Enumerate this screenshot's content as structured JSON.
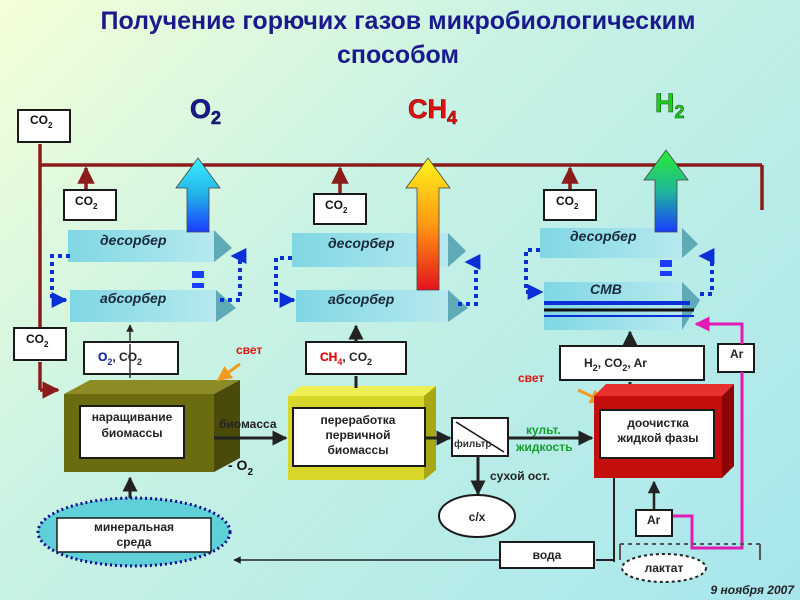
{
  "title": {
    "line1": "Получение горючих газов микробиологическим",
    "line2": "способом"
  },
  "gases": {
    "o2": "O",
    "o2_sub": "2",
    "ch4": "CH",
    "ch4_sub": "4",
    "h2": "H",
    "h2_sub": "2"
  },
  "co2": {
    "main": "CO",
    "sub": "2"
  },
  "columns": {
    "left": {
      "desorber": "десорбер",
      "absorber": "абсорбер",
      "gas_mix": {
        "g1": "O",
        "g1_sub": "2",
        "rest": ", CO",
        "rest_sub": "2"
      },
      "reactor": [
        "наращивание",
        "биомассы"
      ]
    },
    "middle": {
      "desorber": "десорбер",
      "absorber": "абсорбер",
      "gas_mix": {
        "g1": "CH",
        "g1_sub": "4",
        "rest": ", CO",
        "rest_sub": "2"
      },
      "reactor": [
        "переработка",
        "первичной",
        "биомассы"
      ]
    },
    "right": {
      "desorber": "десорбер",
      "absorber": "СМВ",
      "gas_mix": {
        "g1": "H",
        "g1_sub": "2",
        "rest": ", CO",
        "rest_sub": "2",
        "tail": ", Ar"
      },
      "reactor": [
        "доочистка",
        "жидкой фазы"
      ]
    }
  },
  "labels": {
    "light1": "свет",
    "light2": "свет",
    "biomass": "биомасса",
    "minus_o2": "- O",
    "minus_o2_sub": "2",
    "filter": "фильтр",
    "culture_liquid": [
      "культ.",
      "жидкость"
    ],
    "dry_residue": "сухой ост.",
    "sx": "с/х",
    "mineral_medium": [
      "минеральная",
      "среда"
    ],
    "water": "вода",
    "lactate": "лактат",
    "ar": "Ar",
    "date": "9 ноября 2007"
  },
  "colors": {
    "co2_line": "#8b1c1c",
    "reactor_left": "#6b6b12",
    "reactor_middle": "#d8d82a",
    "reactor_right": "#c40d0d",
    "dotted": "#0a2fd6",
    "argon_line": "#e11bb3",
    "title": "#1a1a8c"
  }
}
